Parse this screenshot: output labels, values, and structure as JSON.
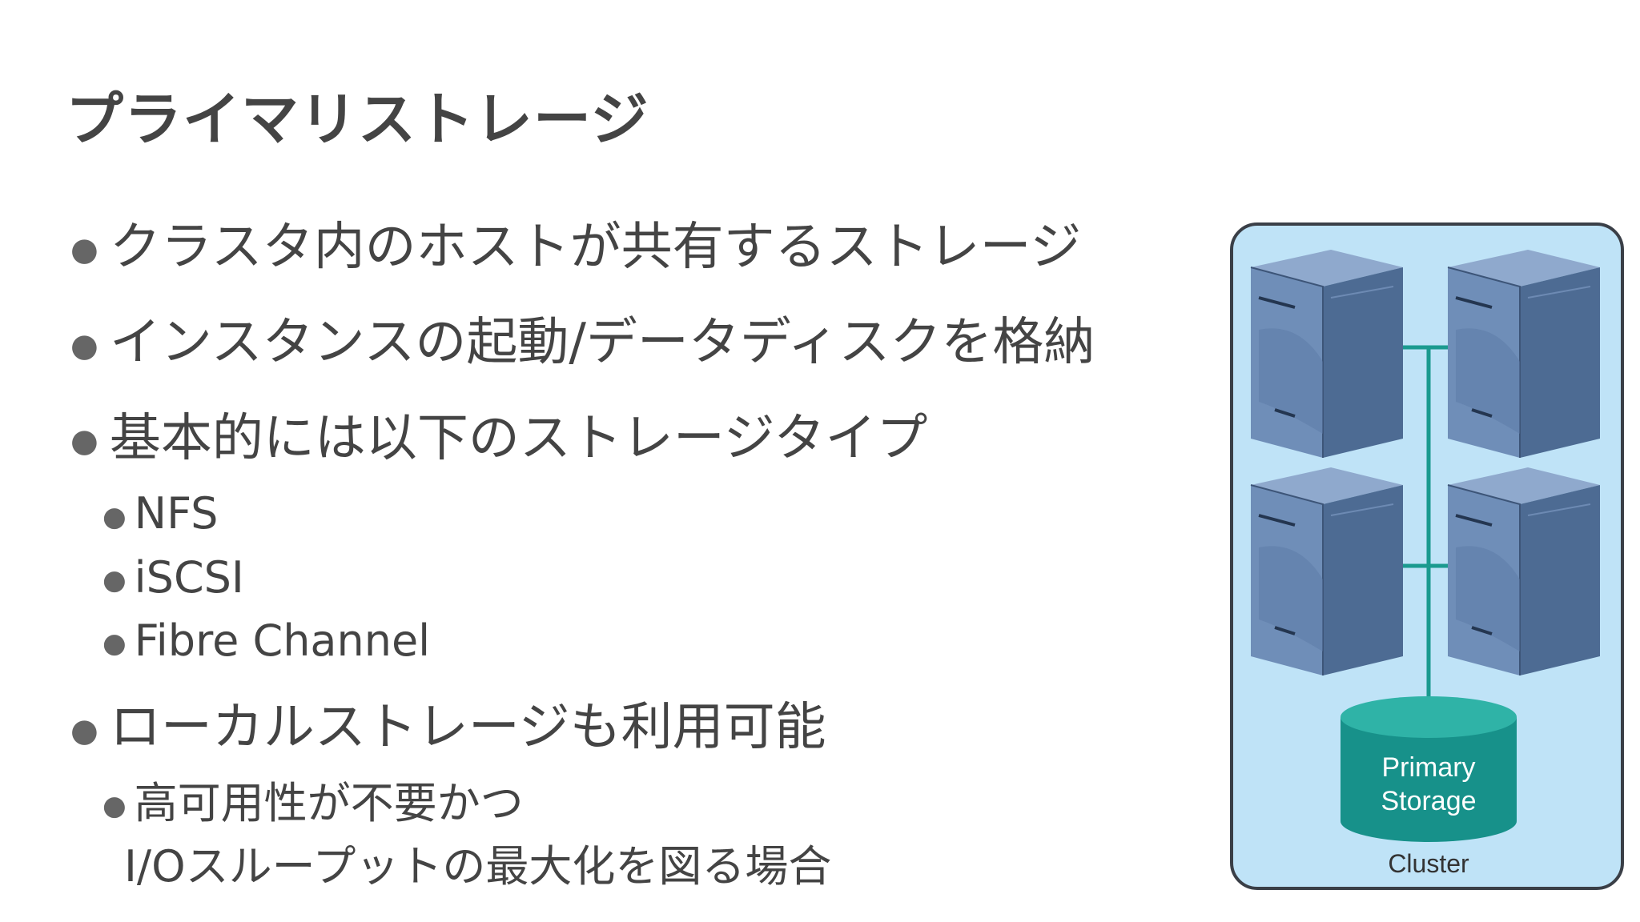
{
  "slide": {
    "title": "プライマリストレージ",
    "bullets": [
      {
        "text": "クラスタ内のホストが共有するストレージ"
      },
      {
        "text": "インスタンスの起動/データディスクを格納"
      },
      {
        "text": "基本的には以下のストレージタイプ"
      },
      {
        "text": "ローカルストレージも利用可能"
      }
    ],
    "storage_types": [
      "NFS",
      "iSCSI",
      "Fibre Channel"
    ],
    "local_note": {
      "line1": "高可用性が不要かつ",
      "line2": "I/Oスループットの最大化を図る場合"
    }
  },
  "diagram": {
    "storage_label_1": "Primary",
    "storage_label_2": "Storage",
    "cluster_label": "Cluster",
    "colors": {
      "cluster_fill": "#bfe3f7",
      "cluster_border": "#3a3f47",
      "link": "#1a9a8f",
      "storage_fill": "#17918a",
      "server_front": "#6f8eb8",
      "server_side": "#4d6b93",
      "server_top": "#8fa9cd"
    }
  }
}
